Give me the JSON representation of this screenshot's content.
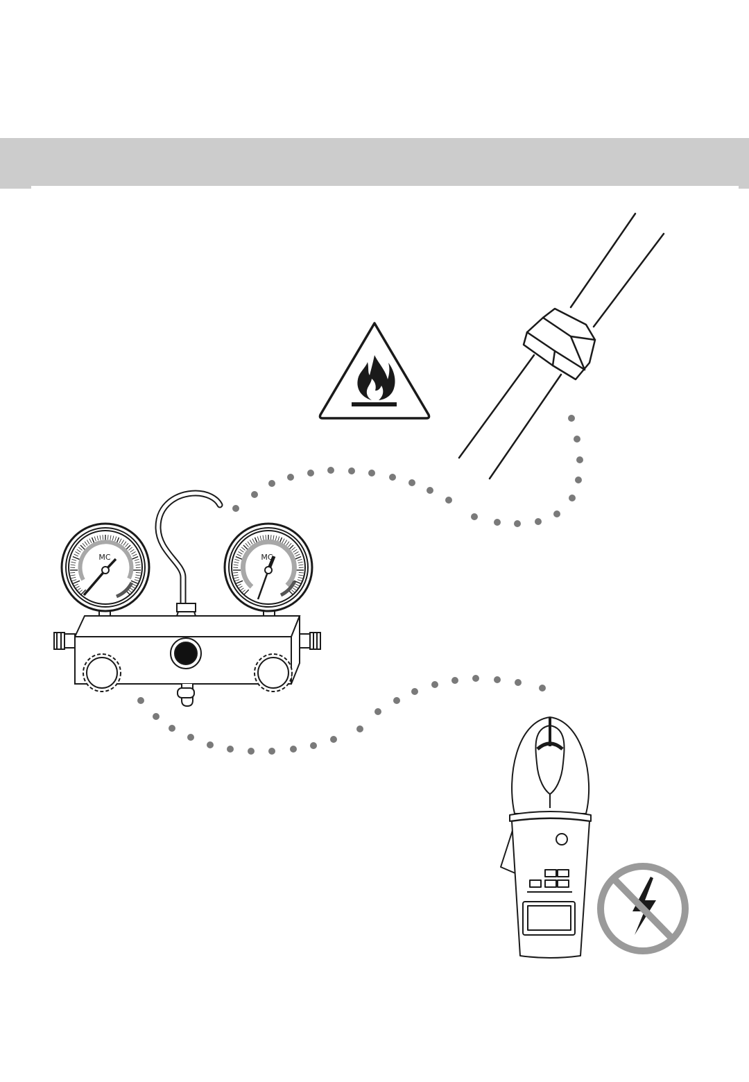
{
  "banner": {
    "color": "#cccccc"
  },
  "gauges": {
    "low_side": {
      "label": "MC"
    },
    "high_side": {
      "label": "MC"
    }
  },
  "colors": {
    "line": "#1a1a1a",
    "dots": "#7a7a7a",
    "prohibition": "#9a9a9a",
    "gauge_band": "#a8a8a8"
  },
  "icons": {
    "flammable_warning": "flammable-warning-icon",
    "no_electricity": "no-electricity-icon",
    "pipe_fitting": "pipe-fitting",
    "manifold_gauge": "manifold-gauge-set",
    "clamp_meter": "clamp-meter"
  }
}
